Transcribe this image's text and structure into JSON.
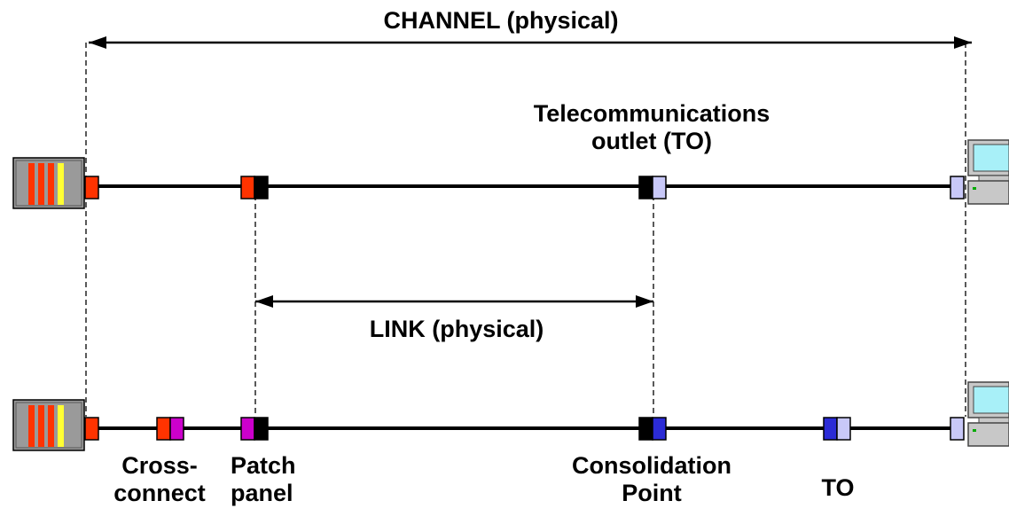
{
  "diagram": {
    "channel_label": "CHANNEL (physical)",
    "link_label": "LINK (physical)",
    "to_label_line1": "Telecommunications",
    "to_label_line2": "outlet (TO)",
    "crossconnect_line1": "Cross-",
    "crossconnect_line2": "connect",
    "patchpanel_line1": "Patch",
    "patchpanel_line2": "panel",
    "consolidation_line1": "Consolidation",
    "consolidation_line2": "Point",
    "to_short": "TO"
  },
  "colors": {
    "cable": "#000000",
    "connector_red": "#ff3300",
    "connector_black": "#000000",
    "connector_lavender": "#c8c8f8",
    "connector_magenta": "#cc00cc",
    "connector_blue": "#2b2bd6",
    "switch_body": "#9a9a9a",
    "switch_port_red": "#ff3300",
    "switch_port_yellow": "#ffff33",
    "pc_screen": "#a8f0f8",
    "pc_body": "#c8c8c8"
  }
}
